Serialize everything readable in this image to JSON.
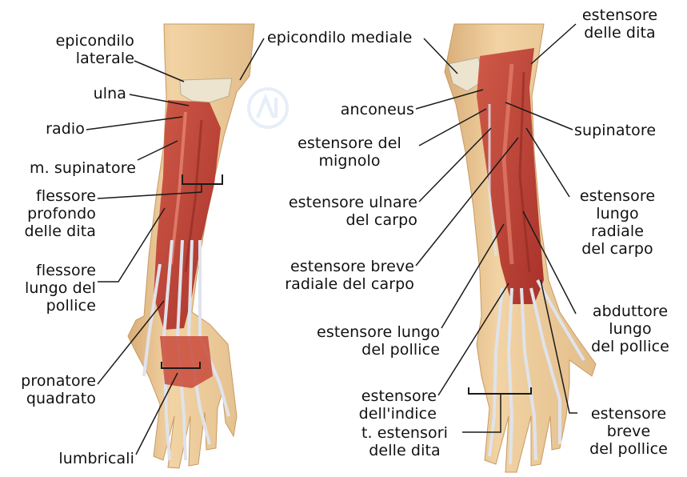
{
  "labels": {
    "epicondilo_laterale": "epicondilo\nlaterale",
    "ulna": "ulna",
    "radio": "radio",
    "m_supinatore": "m. supinatore",
    "flessore_profondo": "flessore\nprofondo\ndelle dita",
    "flessore_lungo_pollice": "flessore\nlungo del\npollice",
    "pronatore_quadrato": "pronatore\nquadrato",
    "lombricali": "lumbricali",
    "epicondilo_mediale": "epicondilo mediale",
    "anconeus": "anconeus",
    "estensore_mignolo": "estensore del\nmignolo",
    "estensore_ulnare_carpo": "estensore ulnare\ndel carpo",
    "estensore_breve_radiale_carpo": "estensore breve\nradiale del carpo",
    "estensore_lungo_pollice": "estensore lungo\ndel pollice",
    "estensore_indice": "estensore\ndell'indice",
    "t_estensori_dita": "t. estensori\ndelle dita",
    "estensore_delle_dita": "estensore\ndelle dita",
    "supinatore": "supinatore",
    "estensore_lungo_radiale_carpo": "estensore\nlungo\nradiale\ndel carpo",
    "abduttore_lungo_pollice": "abduttore\nlungo\ndel pollice",
    "estensore_breve_pollice": "estensore\nbreve\ndel pollice"
  },
  "colors": {
    "skin": "#efcf9e",
    "skin_shadow": "#d9b07a",
    "muscle": "#c8473a",
    "muscle_dark": "#a8322a",
    "tendon": "#dfe3ec",
    "bone": "#ece4cf",
    "line": "#1a1a1a"
  }
}
